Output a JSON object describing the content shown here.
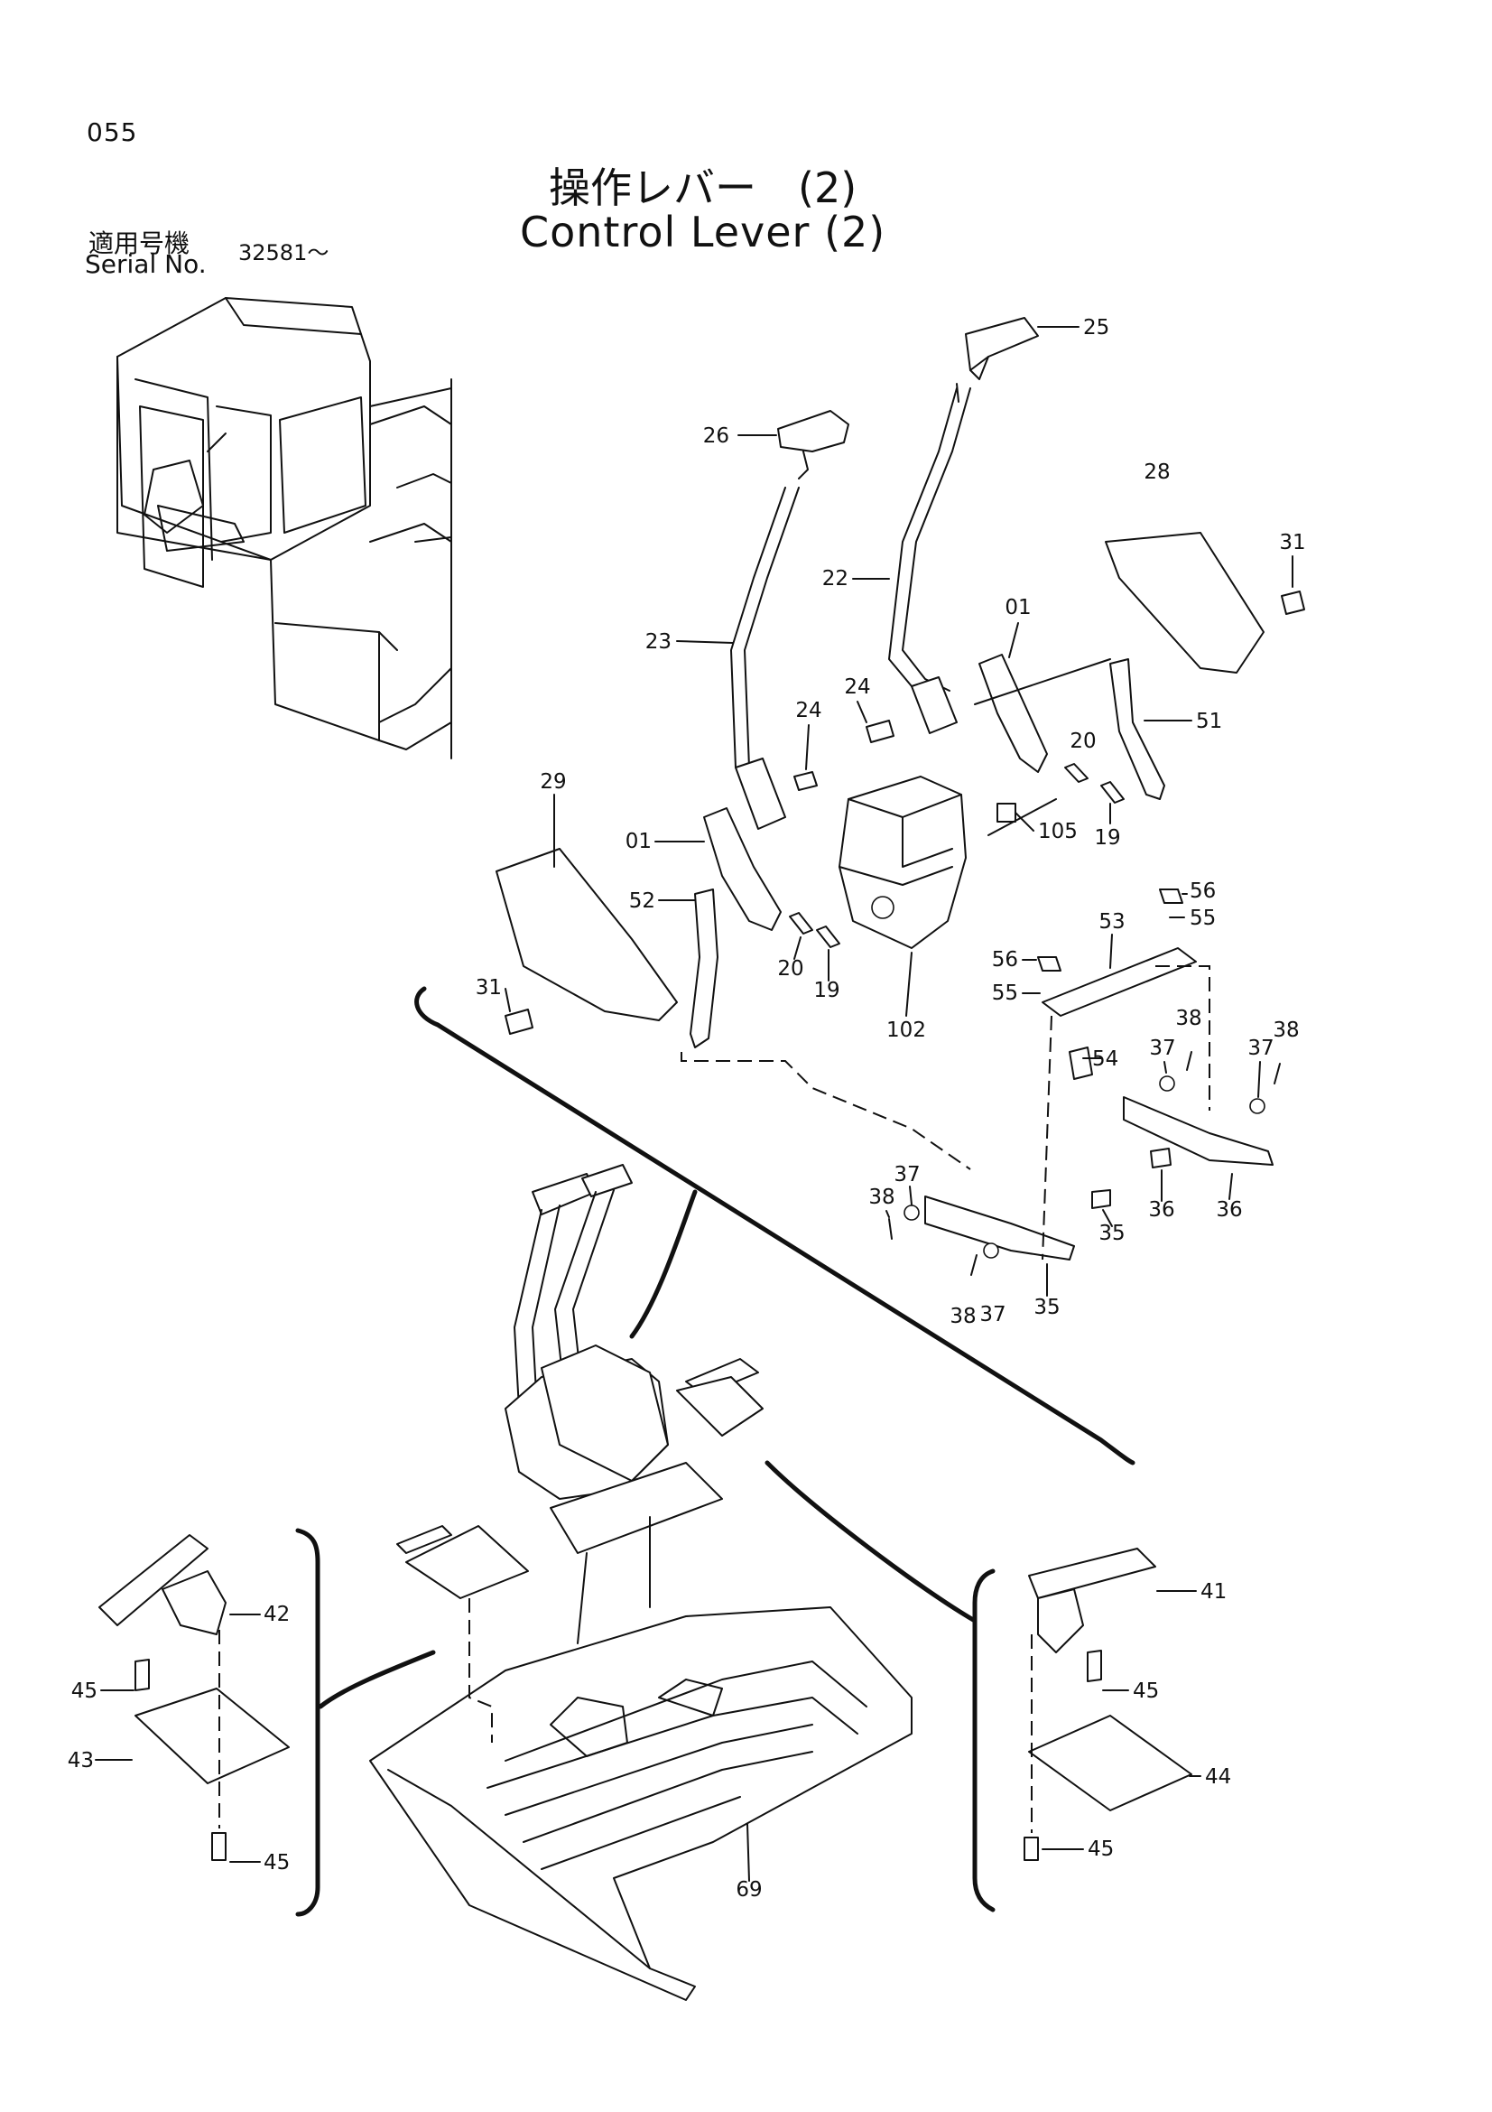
{
  "page": {
    "number": "055"
  },
  "title": {
    "jp": "操作レバー　(2)",
    "en": "Control Lever (2)"
  },
  "serial": {
    "label_jp": "適用号機",
    "label_en": "Serial No.",
    "value": "32581～"
  },
  "callouts": [
    "25",
    "26",
    "28",
    "31",
    "22",
    "01",
    "24",
    "24",
    "23",
    "20",
    "51",
    "19",
    "105",
    "29",
    "01",
    "56",
    "55",
    "52",
    "53",
    "56",
    "55",
    "20",
    "19",
    "31",
    "102",
    "38",
    "37",
    "38",
    "37",
    "54",
    "37",
    "38",
    "36",
    "35",
    "36",
    "38",
    "37",
    "35",
    "42",
    "41",
    "45",
    "45",
    "43",
    "44",
    "45",
    "45",
    "69"
  ],
  "colors": {
    "ink": "#111111",
    "paper": "#ffffff"
  }
}
